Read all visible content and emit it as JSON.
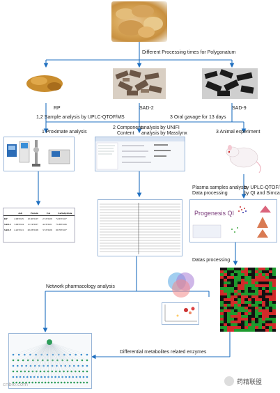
{
  "labels": {
    "processing": "Different Processing times for Polygonatum",
    "rp": "RP",
    "sad2": "SAD-2",
    "sad9": "SAD-9",
    "sample_analysis": "1,2 Sample analysis by UPLC-QTOF/MS",
    "oral_gavage": "3 Oral gavage for 13 days",
    "proximate": "1 Proximate analysis",
    "component_a": "2 Component",
    "component_b": "analysis by UNIFI",
    "content_a": "Content",
    "content_b": "analysis by Masslynx",
    "animal": "3 Animal experiment",
    "plasma": "Plasma samples analysis",
    "data_proc": "Data processing",
    "by_uplc": "by UPLC-QTOF/MS",
    "by_qi": "by QI and Simca",
    "datas_processing": "Datas processing",
    "network": "Network pharmacology analysis",
    "differential": "Differential metabolites related enzymes",
    "progenesis": "Progenesis QI"
  },
  "table": {
    "headers": [
      "",
      "Ash",
      "Protein",
      "Fat",
      "Carbohydrate"
    ],
    "rows": [
      [
        "RP",
        "2.96±0.05",
        "10.30±0.07",
        "2.72±0.09",
        "72.65±0.07"
      ],
      [
        "SAD-2",
        "3.06±0.04",
        "11.74±0.07",
        "4.23±0.01",
        "71.88±0.06"
      ],
      [
        "SAD-9",
        "2.22±0.01",
        "20.03±0.09",
        "3.72±0.06",
        "60.70±0.07"
      ]
    ]
  },
  "watermark": {
    "left": "cnbio.com",
    "right": "药精联盟"
  },
  "colors": {
    "arrow": "#1f6fc0",
    "border": "#9ab6d8"
  }
}
